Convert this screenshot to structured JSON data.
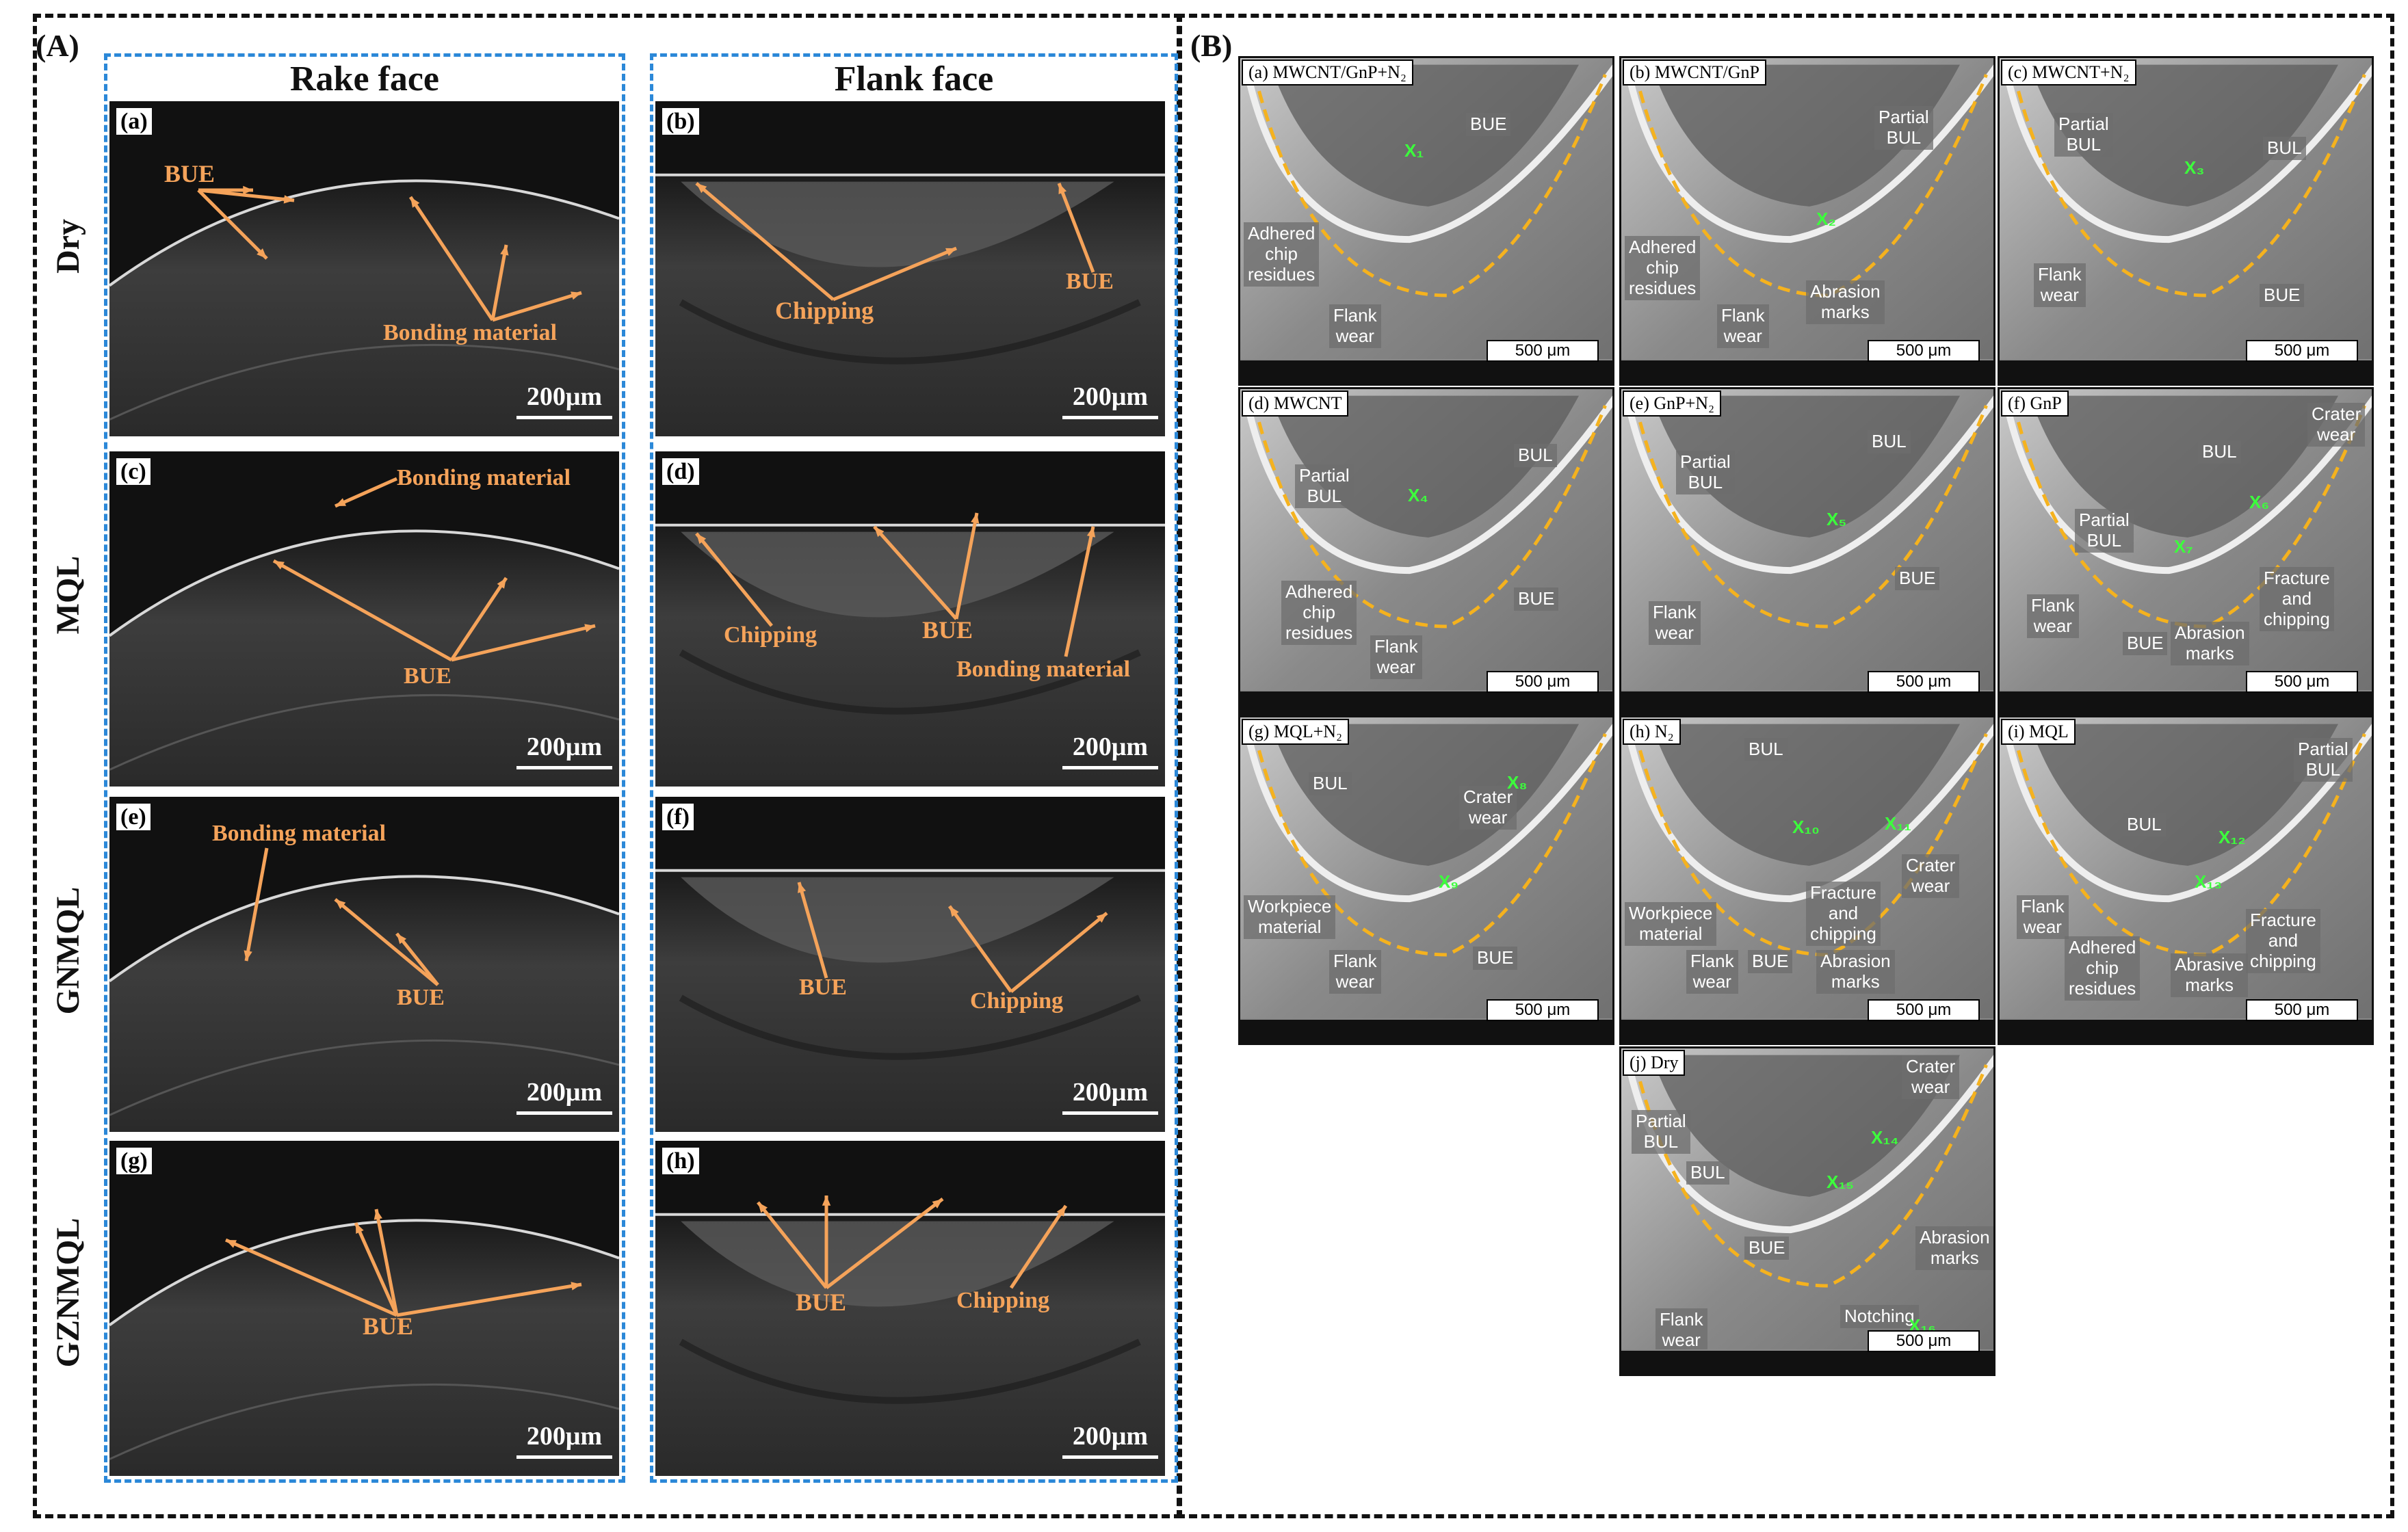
{
  "panelA": {
    "letter": "(A)",
    "col_rake": "Rake face",
    "col_flank": "Flank face",
    "rows": [
      "Dry",
      "MQL",
      "GNMQL",
      "GZNMQL"
    ],
    "scale": "200μm",
    "images": [
      {
        "tag": "(a)",
        "labels": [
          "BUE",
          "Bonding material"
        ]
      },
      {
        "tag": "(b)",
        "labels": [
          "Chipping",
          "BUE"
        ]
      },
      {
        "tag": "(c)",
        "labels": [
          "Bonding material",
          "BUE"
        ]
      },
      {
        "tag": "(d)",
        "labels": [
          "Chipping",
          "BUE",
          "Bonding material"
        ]
      },
      {
        "tag": "(e)",
        "labels": [
          "Bonding material",
          "BUE"
        ]
      },
      {
        "tag": "(f)",
        "labels": [
          "BUE",
          "Chipping"
        ]
      },
      {
        "tag": "(g)",
        "labels": [
          "BUE"
        ]
      },
      {
        "tag": "(h)",
        "labels": [
          "BUE",
          "Chipping"
        ]
      }
    ]
  },
  "panelB": {
    "letter": "(B)",
    "scale": "500 μm",
    "images": [
      {
        "tag": "(a) MWCNT/GnP+N₂",
        "labels": [
          "BUE",
          "Adhered\nchip\nresidues",
          "Flank\nwear"
        ],
        "marks": [
          "X₁"
        ]
      },
      {
        "tag": "(b) MWCNT/GnP",
        "labels": [
          "Partial\nBUL",
          "Adhered\nchip\nresidues",
          "Flank\nwear",
          "Abrasion\nmarks"
        ],
        "marks": [
          "X₂"
        ]
      },
      {
        "tag": "(c) MWCNT+N₂",
        "labels": [
          "Partial\nBUL",
          "BUL",
          "Flank\nwear",
          "BUE"
        ],
        "marks": [
          "X₃"
        ]
      },
      {
        "tag": "(d) MWCNT",
        "labels": [
          "Partial\nBUL",
          "BUL",
          "Adhered\nchip\nresidues",
          "Flank\nwear",
          "BUE"
        ],
        "marks": [
          "X₄"
        ]
      },
      {
        "tag": "(e) GnP+N₂",
        "labels": [
          "Partial\nBUL",
          "BUL",
          "Flank\nwear",
          "BUE"
        ],
        "marks": [
          "X₅"
        ]
      },
      {
        "tag": "(f) GnP",
        "labels": [
          "Crater\nwear",
          "BUL",
          "Partial\nBUL",
          "Flank\nwear",
          "BUE",
          "Abrasion\nmarks",
          "Fracture\nand\nchipping"
        ],
        "marks": [
          "X₆",
          "X₇"
        ]
      },
      {
        "tag": "(g) MQL+N₂",
        "labels": [
          "BUL",
          "Workpiece\nmaterial",
          "Flank\nwear",
          "Crater\nwear",
          "BUE"
        ],
        "marks": [
          "X₈",
          "X₉"
        ]
      },
      {
        "tag": "(h) N₂",
        "labels": [
          "BUL",
          "Workpiece\nmaterial",
          "Flank\nwear",
          "BUE",
          "Abrasion\nmarks",
          "Crater\nwear",
          "Fracture\nand\nchipping"
        ],
        "marks": [
          "X₁₀",
          "X₁₁"
        ]
      },
      {
        "tag": "(i) MQL",
        "labels": [
          "Partial\nBUL",
          "BUL",
          "Flank\nwear",
          "Adhered\nchip\nresidues",
          "Abrasive\nmarks",
          "Fracture\nand\nchipping"
        ],
        "marks": [
          "X₁₂",
          "X₁₃"
        ]
      },
      {
        "tag": "(j) Dry",
        "labels": [
          "Crater\nwear",
          "Partial\nBUL",
          "BUL",
          "BUE",
          "Abrasion\nmarks",
          "Notching",
          "Flank\nwear"
        ],
        "marks": [
          "X₁₄",
          "X₁₅",
          "X₁₆"
        ]
      }
    ]
  }
}
